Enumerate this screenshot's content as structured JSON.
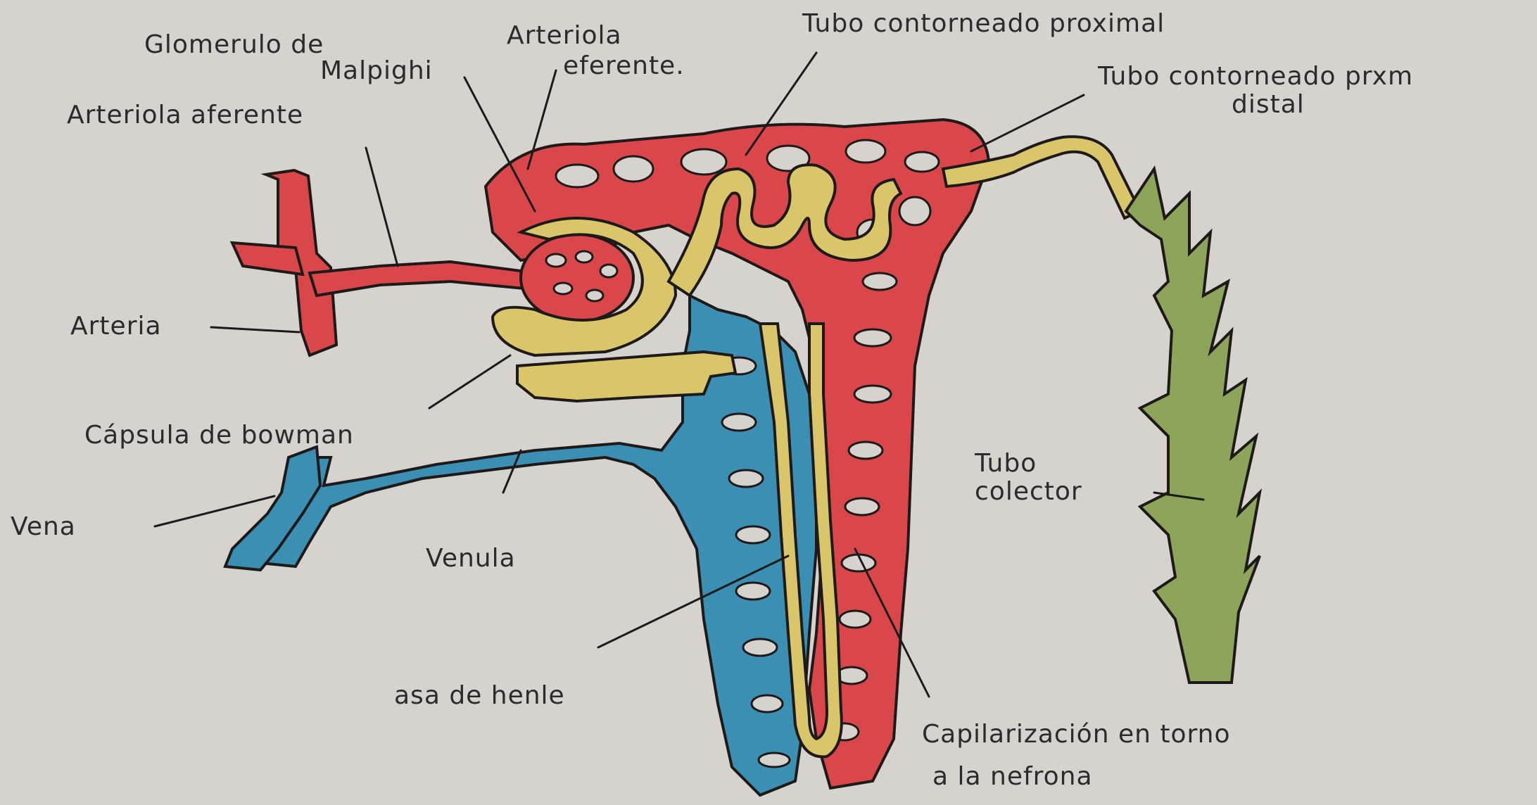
{
  "labels": {
    "glomerulo_line1": "Glomerulo de",
    "glomerulo_line2": "Malpighi",
    "arteriola_eferente_line1": "Arteriola",
    "arteriola_eferente_line2": "eferente.",
    "tubo_proximal": "Tubo contorneado proximal",
    "tubo_distal_line1": "Tubo contorneado prxm",
    "tubo_distal_line2": "distal",
    "arteriola_aferente": "Arteriola aferente",
    "arteria": "Arteria",
    "capsula": "Cápsula de bowman",
    "vena": "Vena",
    "venula": "Venula",
    "tubo_colector_line1": "Tubo",
    "tubo_colector_line2": "colector",
    "asa_henle": "asa de henle",
    "capilarizacion_line1": "Capilarización en torno",
    "capilarizacion_line2": "a la nefrona"
  },
  "colors": {
    "paper": "#d6d2cd",
    "arterial": "#d9474a",
    "venous": "#3b8fb2",
    "tubule": "#d9c56a",
    "collector": "#8da55a",
    "outline": "#1f1a1a"
  }
}
